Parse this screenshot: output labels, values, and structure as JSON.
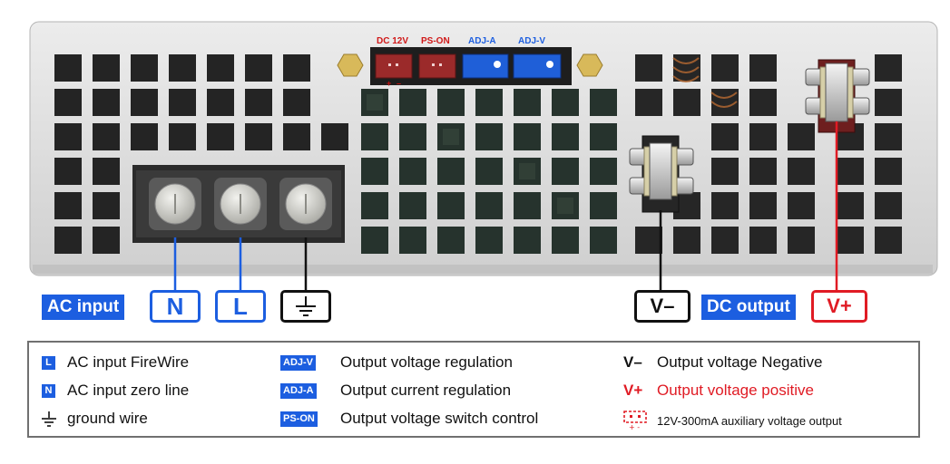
{
  "header_connectors": [
    {
      "label": "DC 12V",
      "color": "#d01818"
    },
    {
      "label": "PS-ON",
      "color": "#d01818"
    },
    {
      "label": "ADJ-A",
      "color": "#1c5ee0"
    },
    {
      "label": "ADJ-V",
      "color": "#1c5ee0"
    }
  ],
  "polarity": {
    "plus": "+",
    "minus": "–"
  },
  "captions": {
    "ac_input": "AC input",
    "n": "N",
    "l": "L",
    "ground_icon": "ground-symbol",
    "v_minus": "V–",
    "dc_output": "DC output",
    "v_plus": "V+"
  },
  "legend": {
    "col1": [
      {
        "badge": "L",
        "text": "AC input FireWire"
      },
      {
        "badge": "N",
        "text": "AC input zero line"
      },
      {
        "icon": "ground-symbol",
        "text": "ground wire"
      }
    ],
    "col2": [
      {
        "tag": "ADJ-V",
        "text": "Output voltage regulation"
      },
      {
        "tag": "ADJ-A",
        "text": "Output current regulation"
      },
      {
        "tag": "PS-ON",
        "text": "Output voltage switch control"
      }
    ],
    "col3": [
      {
        "symbol": "V–",
        "text": "Output voltage Negative"
      },
      {
        "symbol": "V+",
        "text": "Output voltage positive"
      },
      {
        "icon": "auxiliary-connector",
        "text": "12V-300mA auxiliary voltage output"
      }
    ]
  },
  "colors": {
    "accent_blue": "#1c5ee0",
    "accent_red": "#e01b24",
    "case_gray": "#dcdcdc"
  }
}
